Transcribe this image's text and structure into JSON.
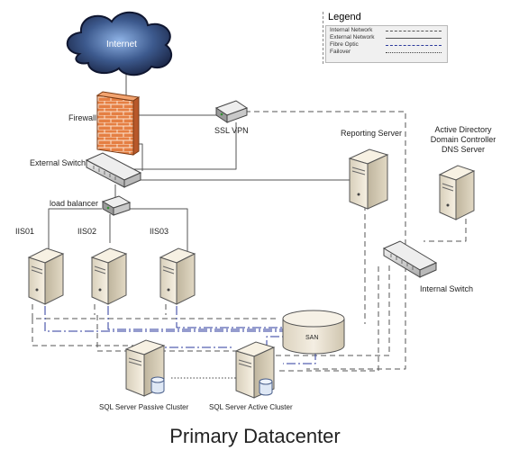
{
  "legend": {
    "title": "Legend",
    "items": [
      {
        "label": "Internal Network"
      },
      {
        "label": "External Network"
      },
      {
        "label": "Fibre Optic"
      },
      {
        "label": "Failover"
      }
    ]
  },
  "nodes": {
    "internet": "Internet",
    "firewall": "Firewall",
    "ssl_vpn": "SSL VPN",
    "external_switch": "External Switch",
    "load_balancer": "load balancer",
    "iis01": "IIS01",
    "iis02": "IIS02",
    "iis03": "IIS03",
    "reporting_server": "Reporting Server",
    "active_directory": [
      "Active Directory",
      "Domain Controller",
      "DNS Server"
    ],
    "internal_switch": "Internal Switch",
    "san": "SAN",
    "sql_passive": "SQL Server Passive Cluster",
    "sql_active": "SQL Server Active Cluster"
  },
  "footer": "Primary Datacenter",
  "colors": {
    "fibre_optic": "#2b3a9c",
    "internet_cloud": "#27375e",
    "firewall": "#e07a3c",
    "server_body": "#efe7d4"
  }
}
